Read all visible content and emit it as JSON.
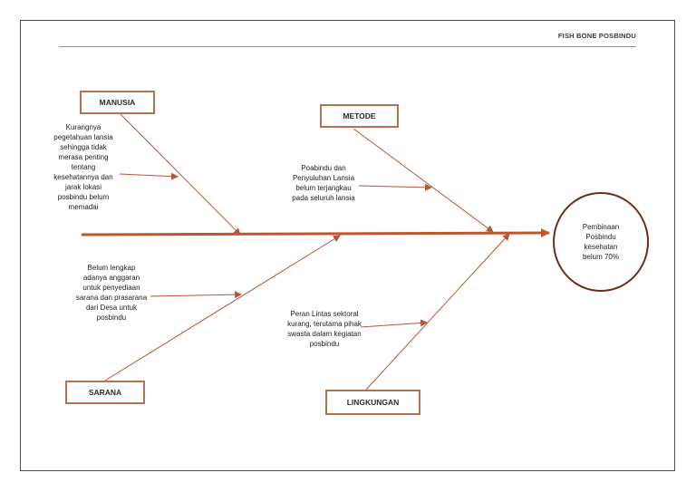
{
  "header": {
    "title": "FISH BONE POSBINDU"
  },
  "categories": {
    "manusia": "MANUSIA",
    "metode": "METODE",
    "sarana": "SARANA",
    "lingkungan": "LINGKUNGAN"
  },
  "causes": {
    "manusia": "Kurangnya\npegetahuan lansia\nsehingga tidak\nmerasa penting\ntentang\nkesehatannya dan\njarak lokasi\nposbindu belum\nmemadai",
    "metode": "Poabindu dan\nPenyuluhan Lansia\nbelum terjangkau\npada seluruh lansia",
    "sarana": "Belum lengkap\nadanya anggaran\nuntuk penyediaan\nsarana dan prasarana\ndari Desa untuk\nposbindu",
    "lingkungan": "Peran Lintas sektoral\nkurang, terutama pihak\nswasta dalam kegiatan\nposbindu"
  },
  "effect": "Pembinaan\nPosbindu\nkesehatan\nbelum 70%",
  "colors": {
    "spine": "#c0562e",
    "bone": "#b5563a",
    "box_border": "#b5744f",
    "effect_border": "#6e2a1c"
  }
}
